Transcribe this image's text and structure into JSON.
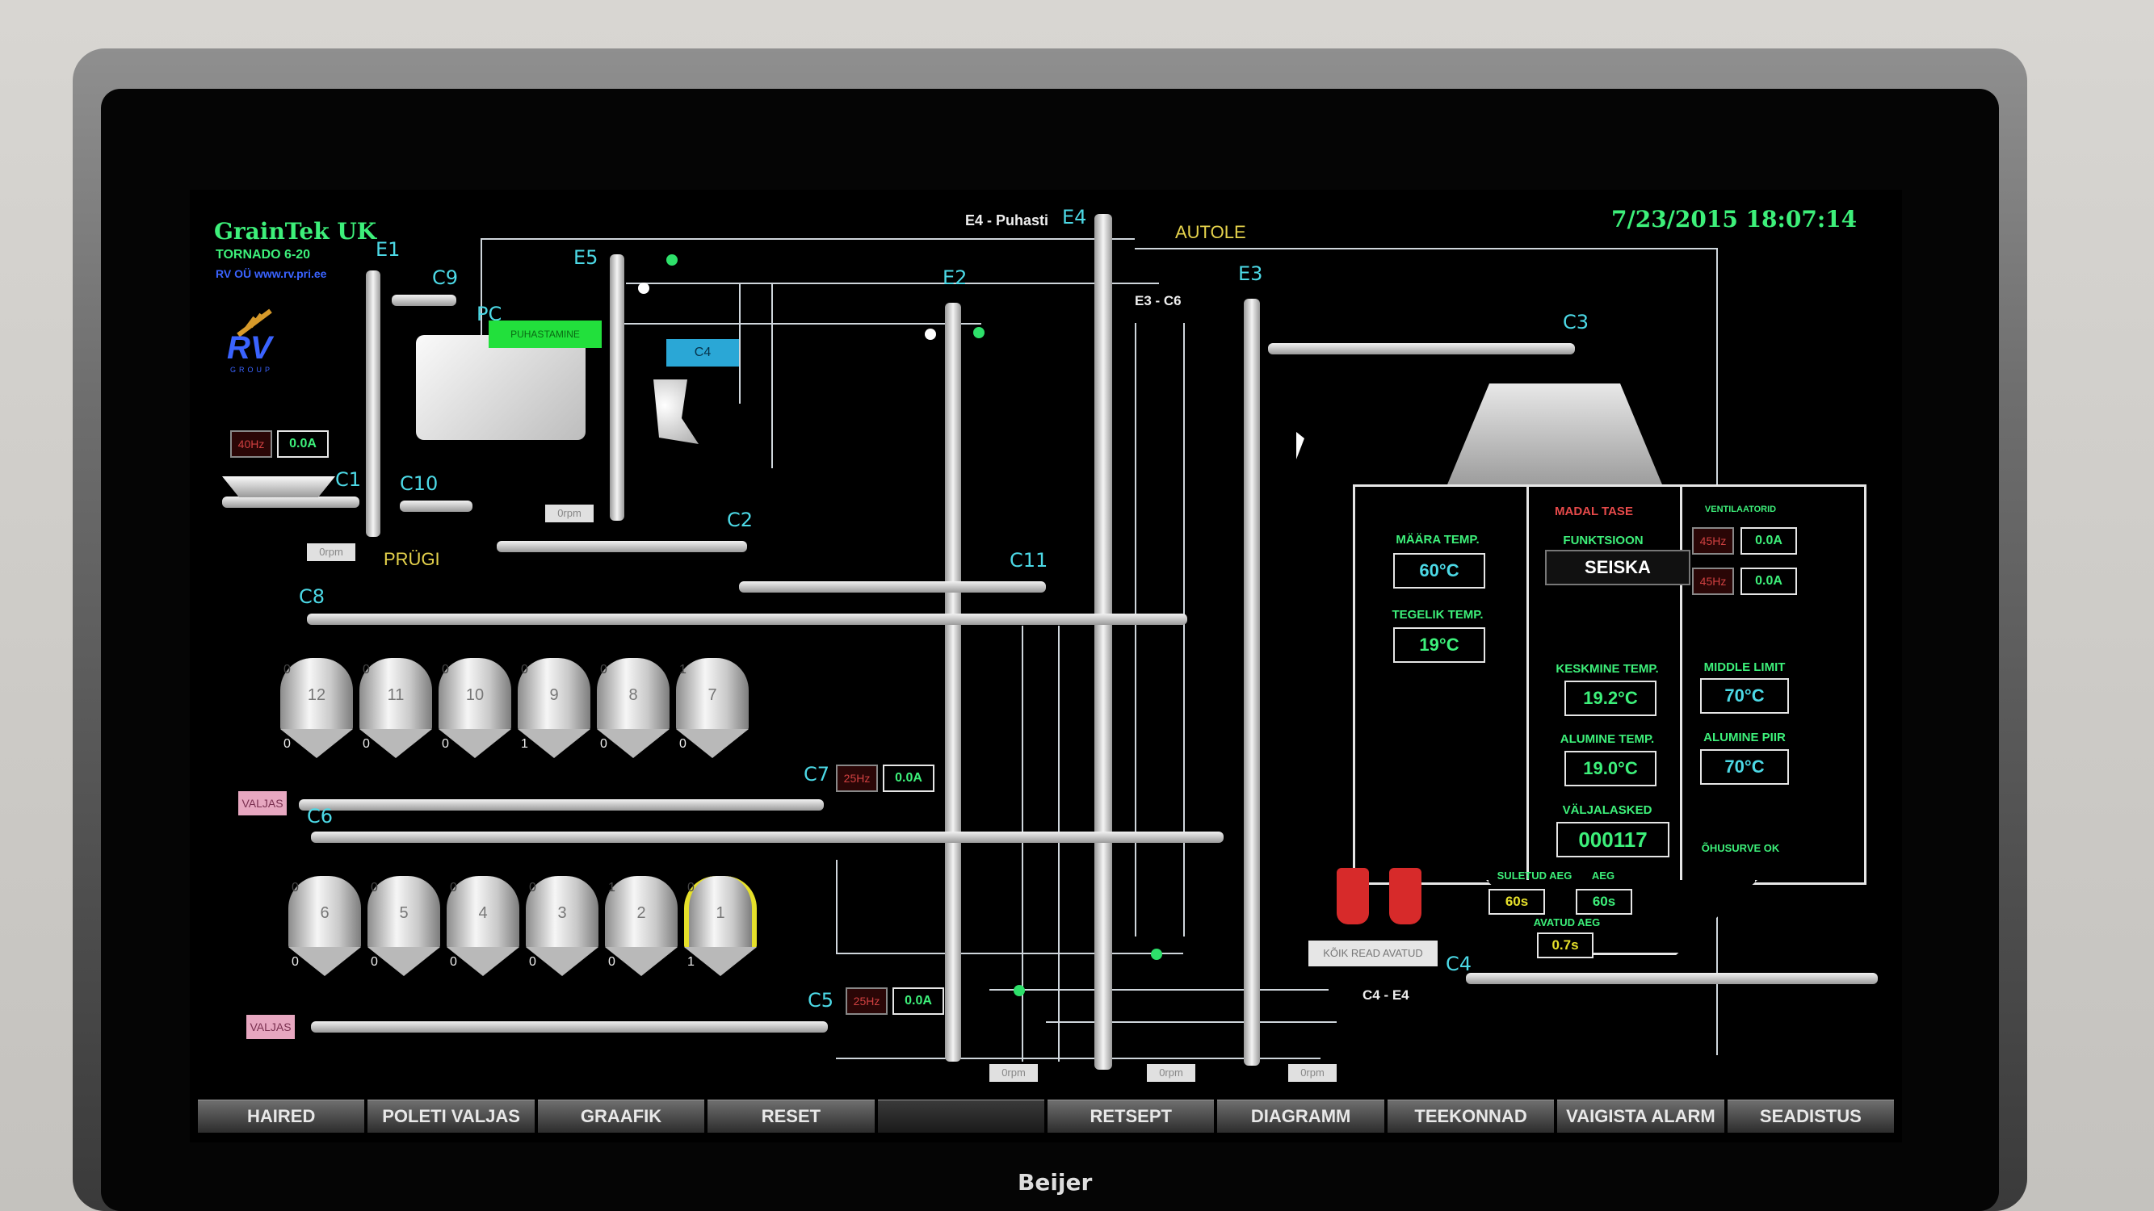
{
  "header": {
    "brand": "GrainTek UK",
    "model": "TORNADO 6-20",
    "company": "RV OÜ www.rv.pri.ee",
    "logo_text": "RV",
    "logo_sub": "GROUP",
    "datetime": "7/23/2015 18:07:14",
    "center_label": "E4 - Puhasti",
    "autole": "AUTOLE"
  },
  "labels": {
    "e1": "E1",
    "e2": "E2",
    "e3": "E3",
    "e4": "E4",
    "e5": "E5",
    "c1": "C1",
    "c2": "C2",
    "c3": "C3",
    "c4": "C4",
    "c5": "C5",
    "c6": "C6",
    "c7": "C7",
    "c8": "C8",
    "c9": "C9",
    "c10": "C10",
    "c11": "C11",
    "pc": "PC",
    "prugi": "PRÜGI",
    "e3c6": "E3 - C6",
    "c4e4": "C4 - E4"
  },
  "cleaner": {
    "status": "PUHASTAMINE",
    "c4_box": "C4"
  },
  "drives": {
    "top_left": {
      "hz": "40Hz",
      "amp": "0.0A"
    },
    "c7": {
      "hz": "25Hz",
      "amp": "0.0A"
    },
    "c5": {
      "hz": "25Hz",
      "amp": "0.0A"
    },
    "rpm": "0rpm"
  },
  "valjas_label": "VALJAS",
  "silos_top": [
    {
      "num": "12",
      "top": "0",
      "bottom": "0"
    },
    {
      "num": "11",
      "top": "0",
      "bottom": "0"
    },
    {
      "num": "10",
      "top": "0",
      "bottom": "0"
    },
    {
      "num": "9",
      "top": "0",
      "bottom": "1"
    },
    {
      "num": "8",
      "top": "0",
      "bottom": "0"
    },
    {
      "num": "7",
      "top": "1",
      "bottom": "0"
    }
  ],
  "silos_bottom": [
    {
      "num": "6",
      "top": "0",
      "bottom": "0"
    },
    {
      "num": "5",
      "top": "0",
      "bottom": "0"
    },
    {
      "num": "4",
      "top": "0",
      "bottom": "0"
    },
    {
      "num": "3",
      "top": "0",
      "bottom": "0"
    },
    {
      "num": "2",
      "top": "1",
      "bottom": "0"
    },
    {
      "num": "1",
      "top": "0",
      "bottom": "1"
    }
  ],
  "dryer": {
    "madal_tase": "MADAL TASE",
    "maara_temp_label": "MÄÄRA TEMP.",
    "maara_temp": "60°C",
    "tegelik_temp_label": "TEGELIK TEMP.",
    "tegelik_temp": "19°C",
    "funktsioon_label": "FUNKTSIOON",
    "funktsioon": "SEISKA",
    "keskmine_label": "KESKMINE TEMP.",
    "keskmine": "19.2°C",
    "alumine_label": "ALUMINE TEMP.",
    "alumine": "19.0°C",
    "valjalasked_label": "VÄLJALASKED",
    "valjalasked": "000117",
    "ventilaatorid": "VENTILAATORID",
    "vent1_hz": "45Hz",
    "vent1_amp": "0.0A",
    "vent2_hz": "45Hz",
    "vent2_amp": "0.0A",
    "middle_limit_label": "MIDDLE LIMIT",
    "middle_limit": "70°C",
    "alumine_piir_label": "ALUMINE PIIR",
    "alumine_piir": "70°C",
    "ohusurve": "ÕHUSURVE OK",
    "suletud_label": "SULETUD AEG",
    "suletud": "60s",
    "aeg_label": "AEG",
    "aeg": "60s",
    "avatud_label": "AVATUD AEG",
    "avatud": "0.7s",
    "koik_read": "KÕIK READ AVATUD"
  },
  "tabs": [
    {
      "label": "HAIRED"
    },
    {
      "label": "POLETI VALJAS"
    },
    {
      "label": "GRAAFIK"
    },
    {
      "label": "RESET"
    },
    {
      "label": ""
    },
    {
      "label": "RETSEPT"
    },
    {
      "label": "DIAGRAMM"
    },
    {
      "label": "TEEKONNAD"
    },
    {
      "label": "VAIGISTA ALARM"
    },
    {
      "label": "SEADISTUS"
    }
  ],
  "monitor_brand": "Beijer",
  "colors": {
    "green": "#3df07a",
    "cyan": "#4cd9e6",
    "red": "#d04040",
    "accent_blue": "#2aa7d6"
  }
}
